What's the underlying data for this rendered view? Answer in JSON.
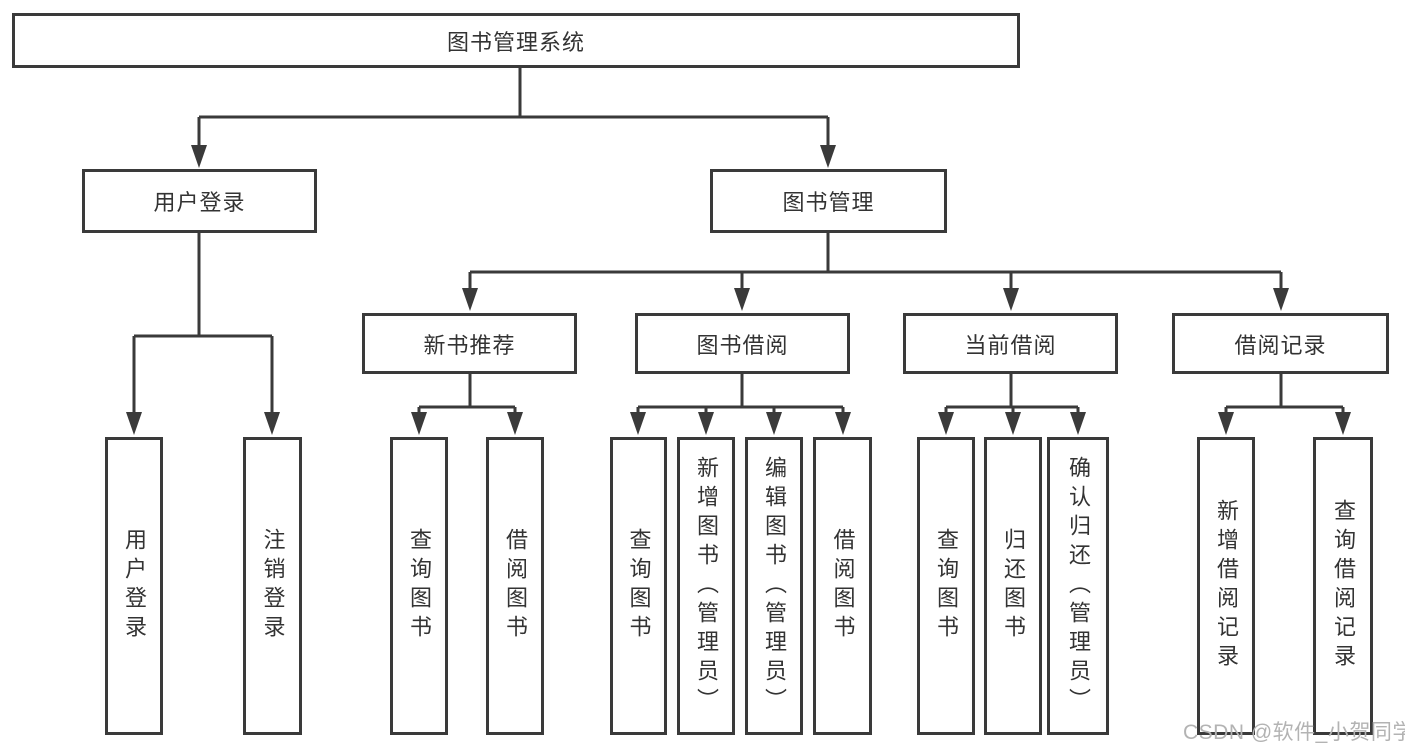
{
  "tree": {
    "label": "图书管理系统",
    "children": [
      {
        "label": "用户登录",
        "children": [
          {
            "label": "用户登录"
          },
          {
            "label": "注销登录"
          }
        ]
      },
      {
        "label": "图书管理",
        "children": [
          {
            "label": "新书推荐",
            "children": [
              {
                "label": "查询图书"
              },
              {
                "label": "借阅图书"
              }
            ]
          },
          {
            "label": "图书借阅",
            "children": [
              {
                "label": "查询图书"
              },
              {
                "label": "新增图书（管理员）"
              },
              {
                "label": "编辑图书（管理员）"
              },
              {
                "label": "借阅图书"
              }
            ]
          },
          {
            "label": "当前借阅",
            "children": [
              {
                "label": "查询图书"
              },
              {
                "label": "归还图书"
              },
              {
                "label": "确认归还（管理员）"
              }
            ]
          },
          {
            "label": "借阅记录",
            "children": [
              {
                "label": "新增借阅记录"
              },
              {
                "label": "查询借阅记录"
              }
            ]
          }
        ]
      }
    ]
  },
  "watermark": "CSDN @软件_小贺同学",
  "colors": {
    "line": "#3a3a3a",
    "text": "#333333",
    "watermark": "#b3b3b3",
    "background": "#ffffff"
  }
}
